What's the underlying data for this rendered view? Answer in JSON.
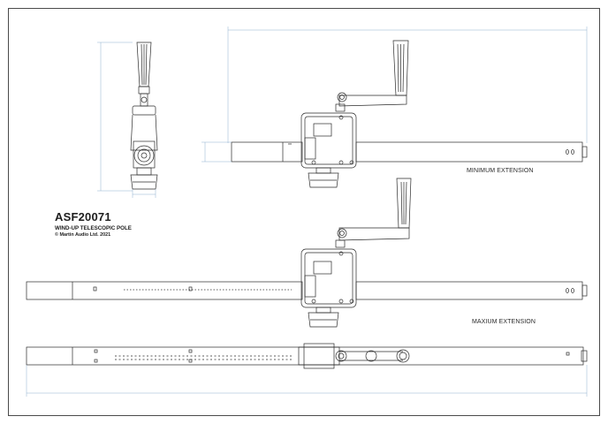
{
  "drawing": {
    "product_code": "ASF20071",
    "product_name": "WIND-UP TELESCOPIC POLE",
    "copyright": "© Martin Audio Ltd. 2021"
  },
  "views": {
    "minimum_label": "MINIMUM EXTENSION",
    "maximum_label": "MAXIUM EXTENSION"
  },
  "colors": {
    "line": "#2b2b2b",
    "dimension": "#8fb0cf",
    "background": "#ffffff"
  }
}
